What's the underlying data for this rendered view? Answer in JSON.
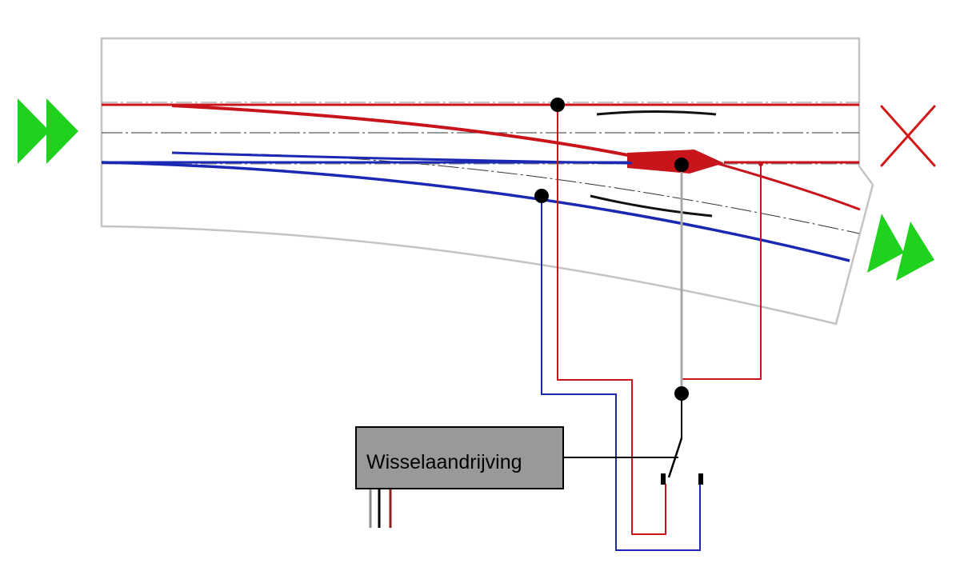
{
  "diagram": {
    "drive_label": "Wisselaandrijving",
    "colors": {
      "rail_red": "#c8141b",
      "rail_blue": "#1a28b4",
      "frog_wire": "#a8a8a8",
      "arrow": "#1ed21e",
      "stop_cross": "#d01818",
      "outline": "#c4c4c4",
      "drive_box": "#999999"
    },
    "icons": {
      "entry": "double-arrow-right",
      "straight_exit": "cross-blocked",
      "diverging_exit": "double-arrow-right"
    }
  }
}
